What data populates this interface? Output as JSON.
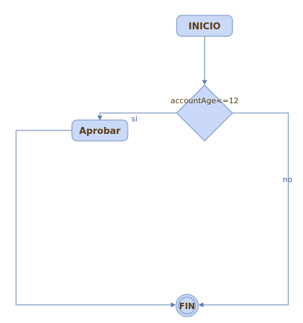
{
  "diagram": {
    "nodes": {
      "start": {
        "label": "INICIO",
        "shape": "rounded-rect"
      },
      "decision": {
        "label": "accountAge<=12",
        "shape": "diamond"
      },
      "approve": {
        "label": "Aprobar",
        "shape": "rounded-rect"
      },
      "end": {
        "label": "FIN",
        "shape": "double-circle"
      }
    },
    "edges": {
      "yes": {
        "label": "si",
        "from": "decision",
        "to": "approve"
      },
      "no": {
        "label": "no",
        "from": "decision",
        "to": "end"
      },
      "start_to_decision": {
        "label": "",
        "from": "start",
        "to": "decision"
      },
      "approve_to_end": {
        "label": "",
        "from": "approve",
        "to": "end"
      }
    },
    "colors": {
      "node_fill": "#c9d9f7",
      "node_stroke": "#6f8fc2",
      "edge": "#5b7bb5",
      "node_text": "#5c3b12",
      "edge_text": "#3f5a8a"
    }
  }
}
